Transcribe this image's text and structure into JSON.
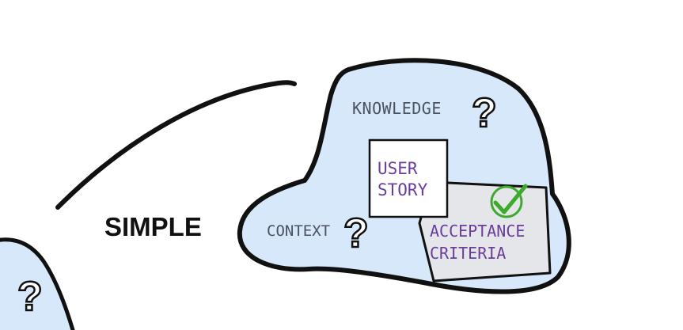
{
  "diagram": {
    "label_simple": "SIMPLE",
    "label_knowledge": "KNOWLEDGE",
    "label_context": "CONTEXT",
    "card_story": [
      "USER",
      "STORY"
    ],
    "card_criteria": [
      "ACCEPTANCE",
      "CRITERIA"
    ],
    "question_mark": "?",
    "colors": {
      "blob_fill": "#d6e8fa",
      "outline": "#111111",
      "card_fill": "#ffffff",
      "criteria_fill": "#e4e6ea",
      "purple_text": "#6a3d9a",
      "gray_text": "#4a5260",
      "check": "#3daa2e"
    },
    "icons": [
      "check-circle-icon",
      "question-mark-icon"
    ]
  }
}
